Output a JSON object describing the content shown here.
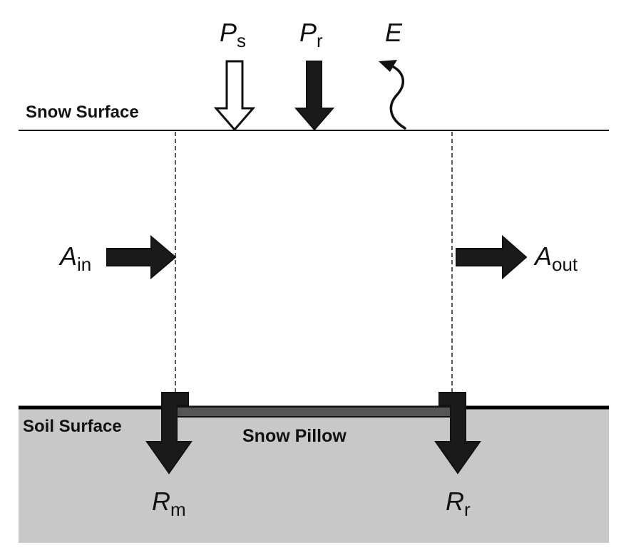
{
  "labels": {
    "snow_surface": "Snow Surface",
    "soil_surface": "Soil Surface",
    "snow_pillow": "Snow Pillow"
  },
  "fluxes": {
    "snowfall": {
      "symbol": "P",
      "subscript": "s"
    },
    "rainfall": {
      "symbol": "P",
      "subscript": "r"
    },
    "evaporation": {
      "symbol": "E",
      "subscript": ""
    },
    "advection_in": {
      "symbol": "A",
      "subscript": "in"
    },
    "advection_out": {
      "symbol": "A",
      "subscript": "out"
    },
    "runoff_melt": {
      "symbol": "R",
      "subscript": "m"
    },
    "runoff_rain": {
      "symbol": "R",
      "subscript": "r"
    }
  },
  "colors": {
    "arrow_dark": "#1a1a1a",
    "arrow_hollow_fill": "#ffffff",
    "soil": "#c8c8c8",
    "pillow": "#555555",
    "line": "#000000"
  }
}
